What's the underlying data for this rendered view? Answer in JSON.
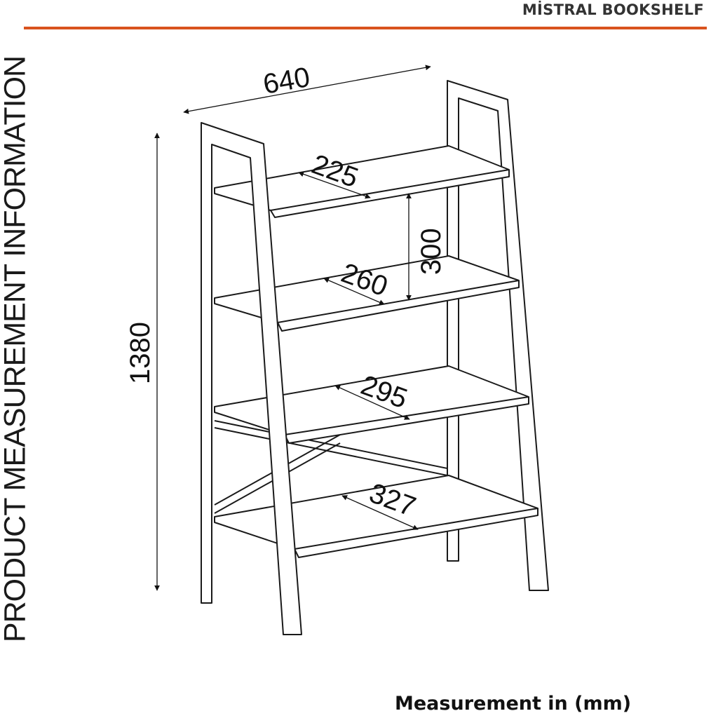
{
  "header": {
    "title": "MİSTRAL BOOKSHELF",
    "accent_color": "#d9531e"
  },
  "side_label": "PRODUCT MEASUREMENT INFORMATION",
  "footer": "Measurement in (mm)",
  "dimensions": {
    "width": "640",
    "height": "1380",
    "shelf_spacing": "300",
    "shelf_1_depth": "225",
    "shelf_2_depth": "260",
    "shelf_3_depth": "295",
    "shelf_4_depth": "327"
  }
}
